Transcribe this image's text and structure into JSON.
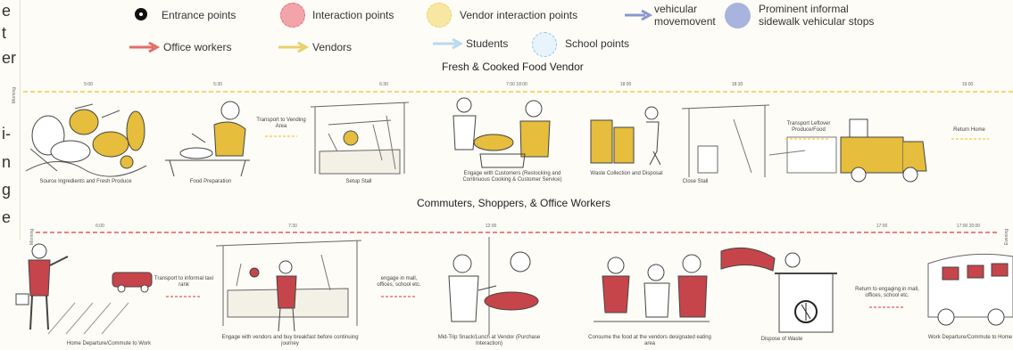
{
  "side_text": [
    "e",
    "t",
    "er",
    "i-",
    "n",
    "g",
    "e"
  ],
  "legend": {
    "entrance": "Entrance points",
    "interaction": "Interaction points",
    "vendor_interaction": "Vendor interaction points",
    "vehicular": "vehicular movemovent",
    "vehicular_line1": "vehicular",
    "vehicular_line2": "movemovent",
    "sidewalk_line1": "Prominent informal",
    "sidewalk_line2": "sidewalk vehicular stops",
    "office": "Office workers",
    "vendors": "Vendors",
    "students": "Students",
    "school": "School points"
  },
  "colors": {
    "entrance": "#111111",
    "interaction": "#e36b72",
    "vendor": "#f1d46a",
    "vehicular": "#8a98cf",
    "sidewalk": "#a8b3de",
    "office": "#e66a66",
    "vendors_arrow": "#e9cf6f",
    "students": "#b9d9ef",
    "school": "#8cc6ea",
    "timeline_top": "#f3c842",
    "timeline_bottom": "#e45b59",
    "sketch_fill": "#e6bd3c",
    "sketch_red": "#c6454a"
  },
  "vendor_section": {
    "title": "Fresh & Cooked Food Vendor",
    "axis_label": "Morning",
    "ticks": [
      "5:00",
      "5:30",
      "6:30",
      "7:00 18:00",
      "18:00",
      "18:30",
      "19:00"
    ],
    "captions": [
      "Source Ingredients and Fresh Produce",
      "Food Preparation",
      "Setup Stall",
      "Engage with Customers (Restocking and Continuous Cooking & Customer Service)",
      "Waste Collection and Disposal",
      "Close Stall"
    ],
    "transitions": [
      "Transport to Vending Area",
      "Transport Leftover Produce/Food",
      "Return Home"
    ]
  },
  "commuter_section": {
    "title": "Commuters, Shoppers, & Office Workers",
    "axis_label_left": "Morning",
    "axis_label_right": "Evening",
    "ticks": [
      "6:00",
      "7:30",
      "12:00",
      "17:00",
      "17:00 20:00"
    ],
    "captions": [
      "Home Departure/Commute to Work",
      "Engage with vendors and buy breakfast before continuing journey",
      "Mid-Trip Snack/Lunch at Vendor (Purchase Interaction)",
      "Consume the food at the vendors designated eating area",
      "Dispose of Waste",
      "Work Departure/Commute to Home"
    ],
    "transitions": [
      "Transport to informal taxi rank",
      "engage in mall, offices, school etc.",
      "Return to engaging in mall, offices, school etc."
    ]
  }
}
